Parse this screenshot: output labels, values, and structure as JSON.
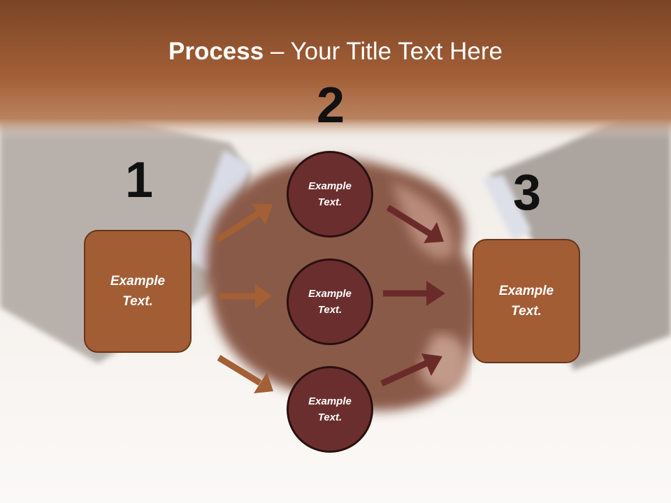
{
  "title": {
    "bold": "Process",
    "rest": " – Your Title Text Here"
  },
  "steps": [
    {
      "number": "1",
      "label": "Example\nText."
    },
    {
      "number": "2",
      "items": [
        "Example\nText.",
        "Example\nText.",
        "Example\nText."
      ]
    },
    {
      "number": "3",
      "label": "Example\nText."
    }
  ],
  "colors": {
    "header_band": "#a0592f",
    "box_fill": "#a25d35",
    "circle_fill": "#6b2e2e",
    "arrow_left": "#a35f35",
    "arrow_right": "#6b2a2a"
  }
}
